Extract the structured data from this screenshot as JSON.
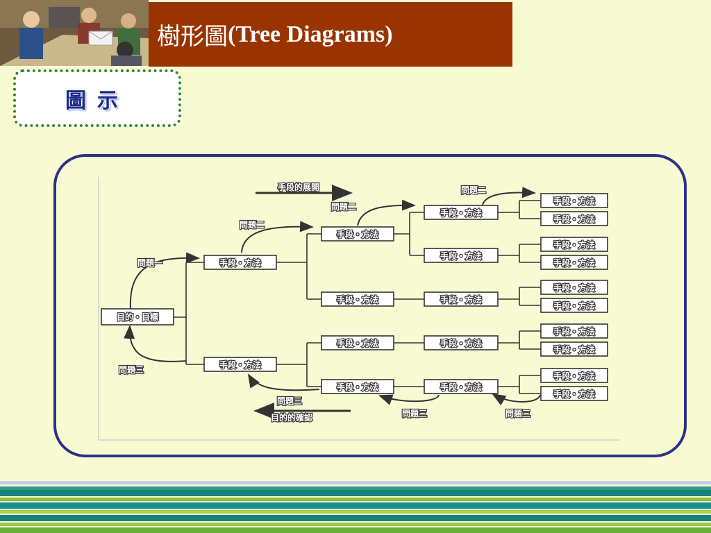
{
  "header": {
    "title_zh": "樹形圖",
    "title_en": "(Tree Diagrams)"
  },
  "badge": {
    "text": "圖示"
  },
  "diagram": {
    "root": "目的・目標",
    "node": "手段・方法",
    "forward_arrow": "手段的展開",
    "backward_arrow": "目的的確認",
    "question_two": "問題二",
    "question_three": "問題三",
    "question_one": "問題一"
  },
  "colors": {
    "background": "#f8fbd2",
    "title_bar": "#993300",
    "frame_border": "#2e2f86",
    "badge_border": "#2f8a1c"
  }
}
